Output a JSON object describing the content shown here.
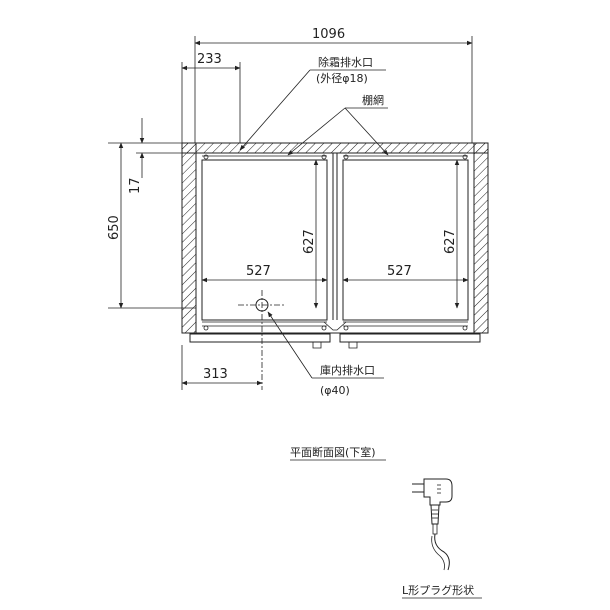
{
  "dimensions": {
    "overall_width": "1096",
    "defrost_offset": "233",
    "depth": "650",
    "top_wall": "17",
    "inner_depth_left": "627",
    "inner_depth_right": "627",
    "inner_width_left": "527",
    "inner_width_right": "527",
    "drain_offset": "313"
  },
  "labels": {
    "defrost_drain": "除霜排水口",
    "defrost_drain_spec": "(外径φ18)",
    "shelf_net": "棚網",
    "inner_drain": "庫内排水口",
    "inner_drain_spec": "(φ40)",
    "plan_section": "平面断面図(下室)",
    "plug_shape": "L形プラグ形状"
  },
  "icons": {
    "drain_marker": "drain-circle-icon",
    "plug": "l-plug-icon"
  }
}
